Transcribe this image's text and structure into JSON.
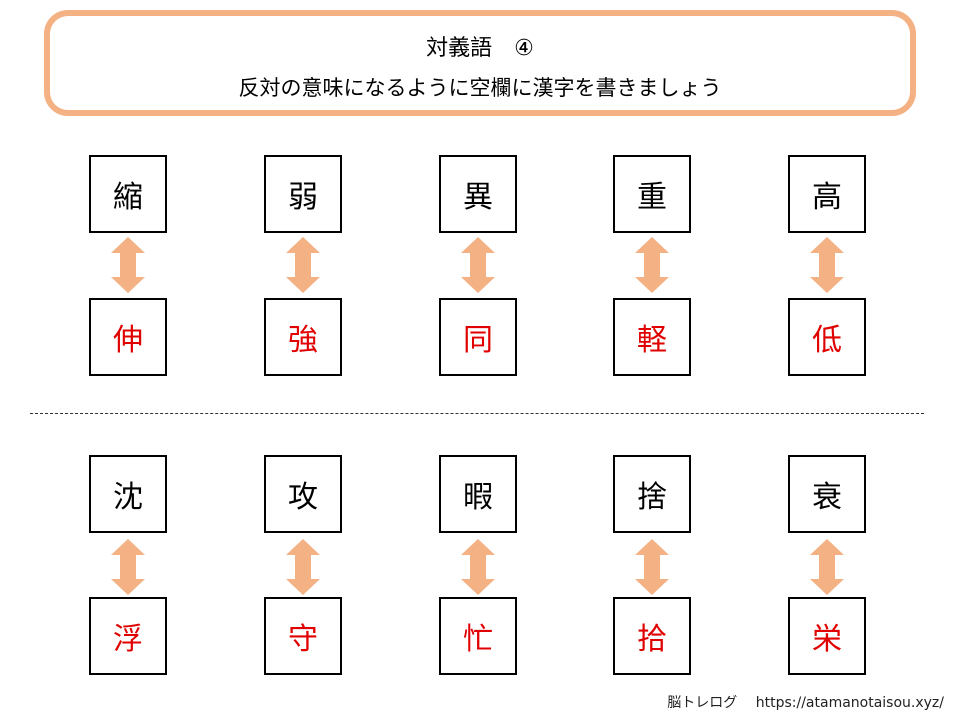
{
  "header": {
    "title": "対義語　④",
    "subtitle": "反対の意味になるように空欄に漢字を書きましょう"
  },
  "colors": {
    "accent": "#f4b183",
    "answer": "#e00000"
  },
  "pairs_top": [
    {
      "word": "縮",
      "answer": "伸"
    },
    {
      "word": "弱",
      "answer": "強"
    },
    {
      "word": "異",
      "answer": "同"
    },
    {
      "word": "重",
      "answer": "軽"
    },
    {
      "word": "高",
      "answer": "低"
    }
  ],
  "pairs_bottom": [
    {
      "word": "沈",
      "answer": "浮"
    },
    {
      "word": "攻",
      "answer": "守"
    },
    {
      "word": "暇",
      "answer": "忙"
    },
    {
      "word": "捨",
      "answer": "拾"
    },
    {
      "word": "衰",
      "answer": "栄"
    }
  ],
  "footer": {
    "brand": "脳トレログ",
    "url": "https://atamanotaisou.xyz/"
  }
}
